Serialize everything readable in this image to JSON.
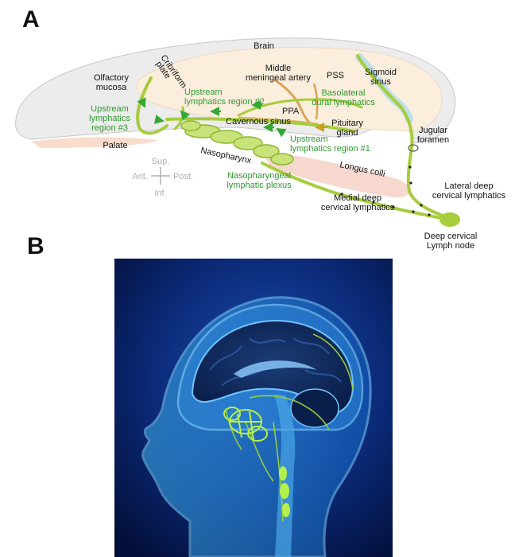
{
  "panel_a": {
    "letter": "A",
    "labels": {
      "brain": "Brain",
      "cribriform_1": "Cribriform",
      "cribriform_2": "plate",
      "olfactory_1": "Olfactory",
      "olfactory_2": "mucosa",
      "middle_meningeal_1": "Middle",
      "middle_meningeal_2": "meningeal artery",
      "pss": "PSS",
      "sigmoid_1": "Sigmoid",
      "sigmoid_2": "sinus",
      "basolateral_1": "Basolateral",
      "basolateral_2": "dural lymphatics",
      "upstream2_1": "Upstream",
      "upstream2_2": "lymphatics region #2",
      "upstream3_1": "Upstream",
      "upstream3_2": "lymphatics",
      "upstream3_3": "region #3",
      "ppa": "PPA",
      "cavernous": "Cavernous sinus",
      "pituitary_1": "Pituitary",
      "pituitary_2": "gland",
      "jugular_1": "Jugular",
      "jugular_2": "foramen",
      "upstream1_1": "Upstream",
      "upstream1_2": "lymphatics region #1",
      "palate": "Palate",
      "nasopharynx": "Nasopharynx",
      "longus_colli": "Longus colli",
      "nasopharyngeal_1": "Nasopharyngeal",
      "nasopharyngeal_2": "lymphatic plexus",
      "lateral_deep_1": "Lateral deep",
      "lateral_deep_2": "cervical lymphatics",
      "medial_deep_1": "Medial deep",
      "medial_deep_2": "cervical lymphatics",
      "deep_node_1": "Deep cervical",
      "deep_node_2": "Lymph node",
      "sup": "Sup.",
      "inf": "Inf.",
      "ant": "Ant.",
      "post": "Post."
    }
  },
  "panel_b": {
    "letter": "B"
  },
  "colors": {
    "lymph_green": "#a7cc3c",
    "label_green": "#2f9a2f",
    "arrow_green": "#33a833",
    "brain_fill": "#fbeedd",
    "artery_orange": "#d9a35a",
    "sinus_blue": "#bfe0e8",
    "skull_gray": "#e8e8e8",
    "palate_pink": "#f9dccc",
    "muscle_pink": "#f6d8cf",
    "panel_b_bg": "#061a4f"
  }
}
